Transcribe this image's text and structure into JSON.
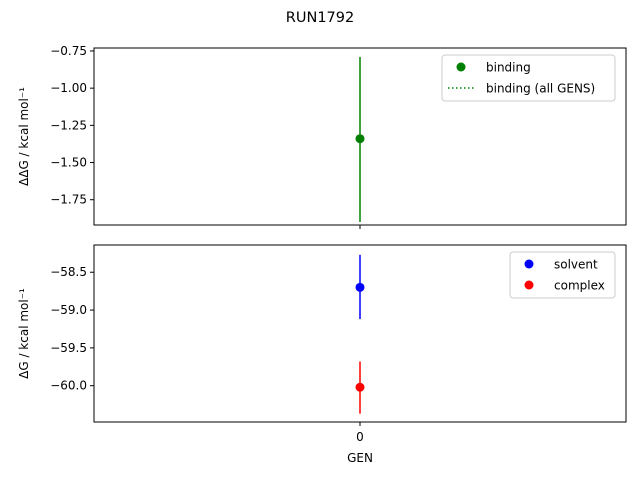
{
  "figure": {
    "title": "RUN1792",
    "xlabel": "GEN"
  },
  "colors": {
    "binding": "#008000",
    "solvent": "#0000ff",
    "complex": "#ff0000",
    "axis": "#000000",
    "legend_border": "#cccccc"
  },
  "chart_data": [
    {
      "type": "scatter",
      "panel": "top",
      "ylabel": "ΔΔG / kcal mol⁻¹",
      "ylim": [
        -1.92,
        -0.73
      ],
      "yticks": [
        -0.75,
        -1.0,
        -1.25,
        -1.5,
        -1.75
      ],
      "ytick_labels": [
        "−0.75",
        "−1.00",
        "−1.25",
        "−1.50",
        "−1.75"
      ],
      "xlim": [
        -1,
        1
      ],
      "xticks": [
        0
      ],
      "xtick_labels": [],
      "grid": false,
      "legend_position": "top-right",
      "series": [
        {
          "name": "binding",
          "x": [
            0
          ],
          "y": [
            -1.34
          ],
          "err_low": [
            -1.9
          ],
          "err_high": [
            -0.79
          ],
          "color": "#008000",
          "marker": "circle"
        },
        {
          "name": "binding (all GENS)",
          "color": "#008000",
          "style": "dotted",
          "legend_only": true
        }
      ]
    },
    {
      "type": "scatter",
      "panel": "bottom",
      "ylabel": "ΔG / kcal mol⁻¹",
      "ylim": [
        -60.48,
        -58.14
      ],
      "yticks": [
        -58.5,
        -59.0,
        -59.5,
        -60.0
      ],
      "ytick_labels": [
        "−58.5",
        "−59.0",
        "−59.5",
        "−60.0"
      ],
      "xlim": [
        -1,
        1
      ],
      "xticks": [
        0
      ],
      "xtick_labels": [
        "0"
      ],
      "grid": false,
      "legend_position": "top-right",
      "series": [
        {
          "name": "solvent",
          "x": [
            0
          ],
          "y": [
            -58.7
          ],
          "err_low": [
            -59.12
          ],
          "err_high": [
            -58.27
          ],
          "color": "#0000ff",
          "marker": "circle"
        },
        {
          "name": "complex",
          "x": [
            0
          ],
          "y": [
            -60.02
          ],
          "err_low": [
            -60.37
          ],
          "err_high": [
            -59.68
          ],
          "color": "#ff0000",
          "marker": "circle"
        }
      ]
    }
  ]
}
